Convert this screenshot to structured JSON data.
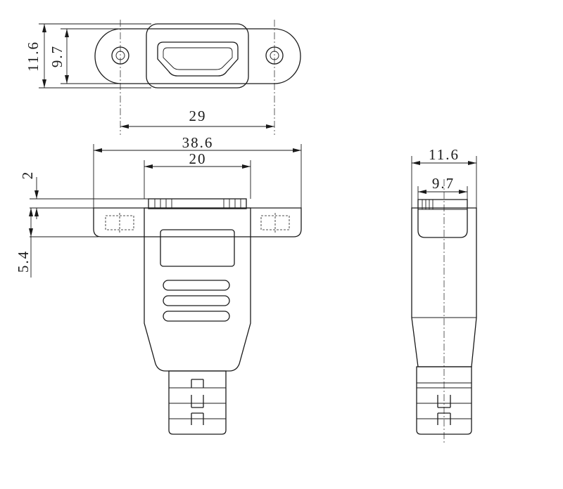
{
  "dimensions": {
    "top_height_outer": "11.6",
    "top_height_inner": "9.7",
    "hole_spacing": "29",
    "flange_width": "38.6",
    "body_width": "20",
    "flange_step": "2",
    "flange_thickness": "5.4",
    "side_width_outer": "11.6",
    "side_width_inner": "9.7"
  }
}
